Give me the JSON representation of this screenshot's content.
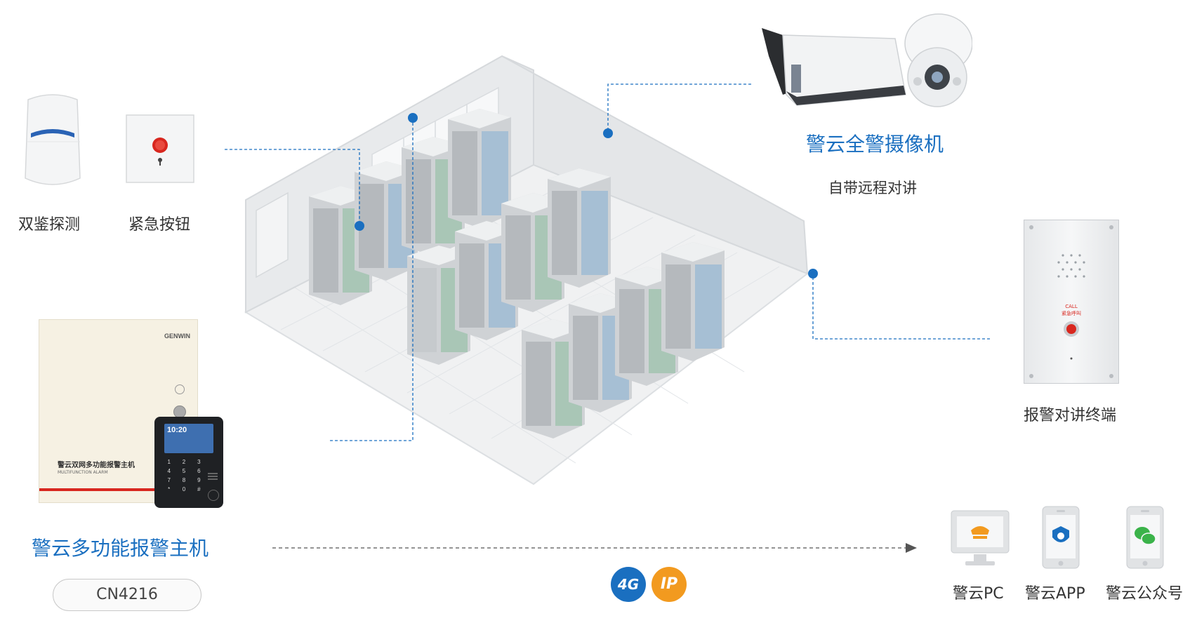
{
  "devices": {
    "dual_detector": {
      "label": "双鉴探测"
    },
    "panic_button": {
      "label": "紧急按钮"
    },
    "camera": {
      "label": "警云全警摄像机",
      "sublabel": "自带远程对讲"
    },
    "intercom": {
      "label": "报警对讲终端",
      "panel_call": "CALL",
      "panel_emergency": "紧急呼叫"
    },
    "alarm_host": {
      "label": "警云多功能报警主机",
      "model": "CN4216",
      "box_title": "警云双网多功能报警主机",
      "box_subtitle": "MULTIFUNCTION ALARM",
      "brand": "GENWIN",
      "keypad_time": "10:20",
      "keypad_keys": [
        "1",
        "2",
        "3",
        "4",
        "5",
        "6",
        "7",
        "8",
        "9",
        "*",
        "0",
        "#"
      ]
    }
  },
  "network": {
    "badge_4g": "4G",
    "badge_ip": "IP"
  },
  "clients": [
    {
      "label": "警云PC",
      "icon": "pc-monitor-icon"
    },
    {
      "label": "警云APP",
      "icon": "phone-app-icon"
    },
    {
      "label": "警云公众号",
      "icon": "wechat-phone-icon"
    }
  ],
  "colors": {
    "accent_blue": "#1a6fc0",
    "network_orange": "#f29a1f",
    "connector": "#1a6fc0"
  }
}
